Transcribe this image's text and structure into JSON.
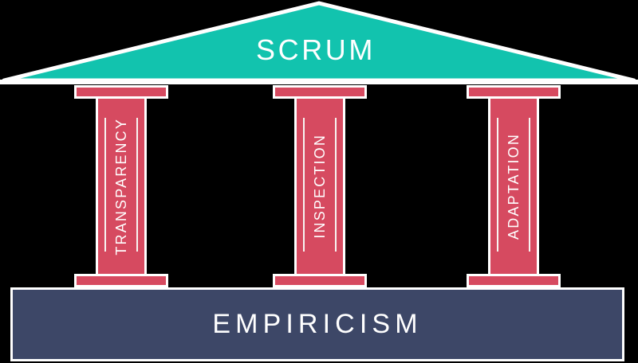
{
  "diagram": {
    "title": "Scrum house diagram",
    "roof": {
      "label": "SCRUM"
    },
    "pillars": [
      {
        "label": "TRANSPARENCY"
      },
      {
        "label": "INSPECTION"
      },
      {
        "label": "ADAPTATION"
      }
    ],
    "base": {
      "label": "EMPIRICISM"
    },
    "colors": {
      "roof": "#12c3ae",
      "pillar": "#d64a60",
      "base": "#3d4767",
      "outline": "#ffffff",
      "background": "#000000"
    }
  }
}
